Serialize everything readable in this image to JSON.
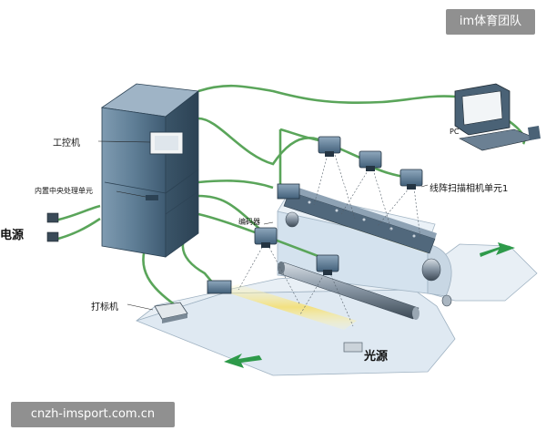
{
  "watermark": "im体育团队",
  "source_url": "cnzh-imsport.com.cn",
  "labels": {
    "industrial_pc": "工控机",
    "cpu_unit": "内置中央处理单元",
    "power": "电源",
    "pc": "PC",
    "camera_unit": "线阵扫描相机单元1",
    "encoder": "编码器",
    "marker": "打标机",
    "light_source": "光源"
  },
  "colors": {
    "cable": "#5aa55a",
    "cabinet": "#4e6e86",
    "web": "#dce7f0",
    "light_beam": "#f3e48a",
    "arrow": "#2e9a4a"
  }
}
